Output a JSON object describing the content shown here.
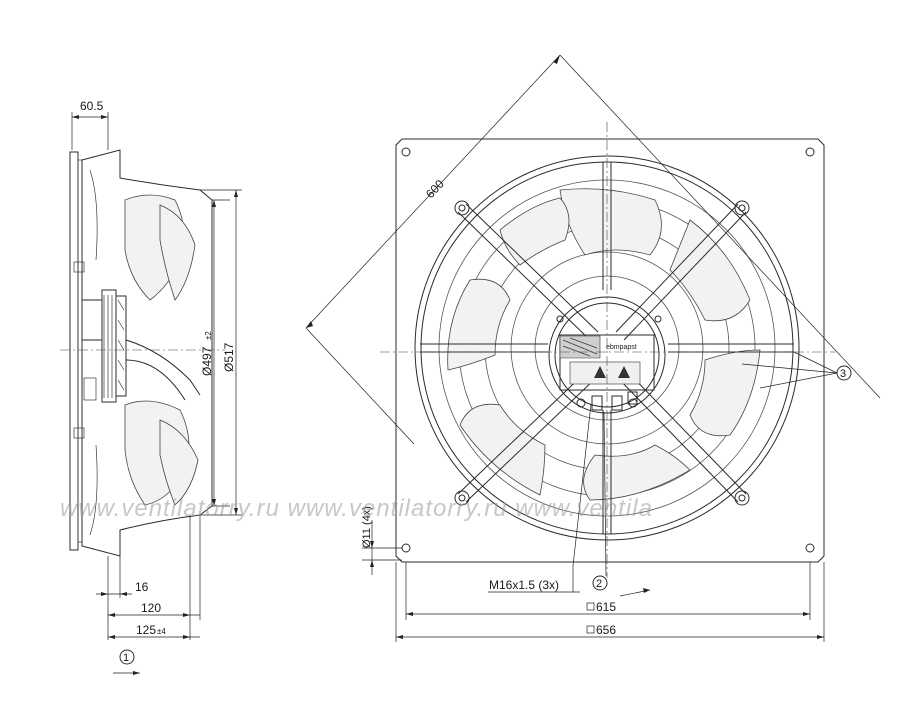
{
  "side_view": {
    "dim_top": "60.5",
    "dim_diam_inner": "Ø497",
    "dim_diam_inner_tol": "±2",
    "dim_diam_outer": "Ø517",
    "dim_16": "16",
    "dim_120": "120",
    "dim_125": "125",
    "dim_125_tol": "±4",
    "callout_1": "1"
  },
  "front_view": {
    "dim_diagonal": "600",
    "dim_hole": "Ø11 (4x)",
    "dim_thread": "M16x1.5 (3x)",
    "dim_615": "615",
    "dim_656": "656",
    "callout_2": "2",
    "callout_3": "3",
    "brand_label": "ebmpapst"
  },
  "watermark": {
    "text": "www.ventilatorry.ru   www.ventilatorry.ru   www.ventila"
  }
}
